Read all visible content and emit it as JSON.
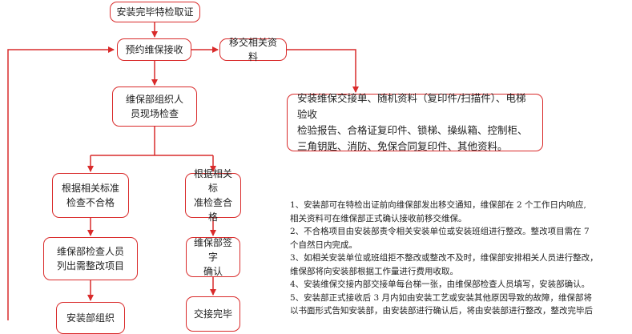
{
  "colors": {
    "accent": "#d92b2b",
    "text": "#222222",
    "background": "#ffffff"
  },
  "nodes": {
    "n1": "安装完毕特检取证",
    "n2": "预约维保接收",
    "n3": "移交相关资料",
    "n4": "维保部组织人\n员现场检查",
    "n5": "安装维保交接单、随机资料（复印件/扫描件）、电梯验收\n检验报告、合格证复印件、锁梯、操纵箱、控制柜、\n三角钥匙、消防、免保合同复印件、其他资料。",
    "n6": "根据相关标准\n检查不合格",
    "n7": "根据相关标\n准检查合格",
    "n8": "维保部检查人员\n列出需整改项目",
    "n9": "维保部签字\n确认",
    "n10": "交接完毕",
    "n11": "安装部组织"
  },
  "notes": [
    "1、安装部可在特检出证前向维保部发出移交通知，维保部在 2 个工作日内响应,",
    "相关资料可在维保部正式确认接收前移交维保。",
    "2、不合格项目由安装部责令相关安装单位或安装班组进行整改。整改项目需在  7",
    "个自然日内完成。",
    "3、如相关安装单位或班组拒不整改或整改不及时，维保部安排相关人员进行整改，",
    "维保部将向安装部根据工作量进行费用收取。",
    "4、安装维保交接内部交接单每台梯一张，由维保部检查人员填写，安装部确认。",
    "5、安装部正式接收后 3 月内如由安装工艺或安装其他原因导致的故障，维保部将",
    "以书面形式告知安装部，由安装部进行确认后，将由安装部进行整改，整改完毕后"
  ]
}
